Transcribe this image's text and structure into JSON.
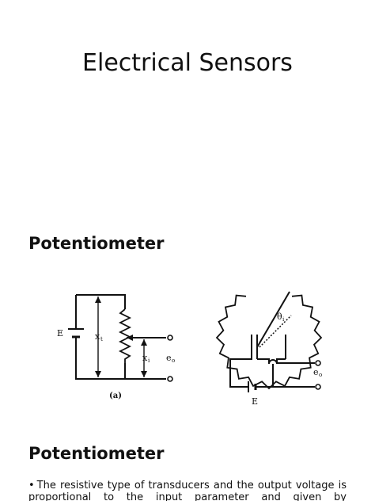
{
  "slide1": {
    "title": "Electrical Sensors"
  },
  "slide2": {
    "heading": "Potentiometer",
    "figure_a": {
      "supply_label": "E",
      "total_length_label": "x",
      "total_length_sub": "t",
      "input_length_label": "x",
      "input_length_sub": "i",
      "output_label": "e",
      "output_sub": "o",
      "caption": "(a)"
    },
    "figure_b": {
      "angle_label": "θ",
      "angle_sub": "i",
      "output_label": "e",
      "output_sub": "o",
      "supply_label": "E"
    }
  },
  "slide3": {
    "heading": "Potentiometer",
    "bullet_text": "The resistive type of transducers and the output voltage is proportional to the input parameter and given by"
  }
}
